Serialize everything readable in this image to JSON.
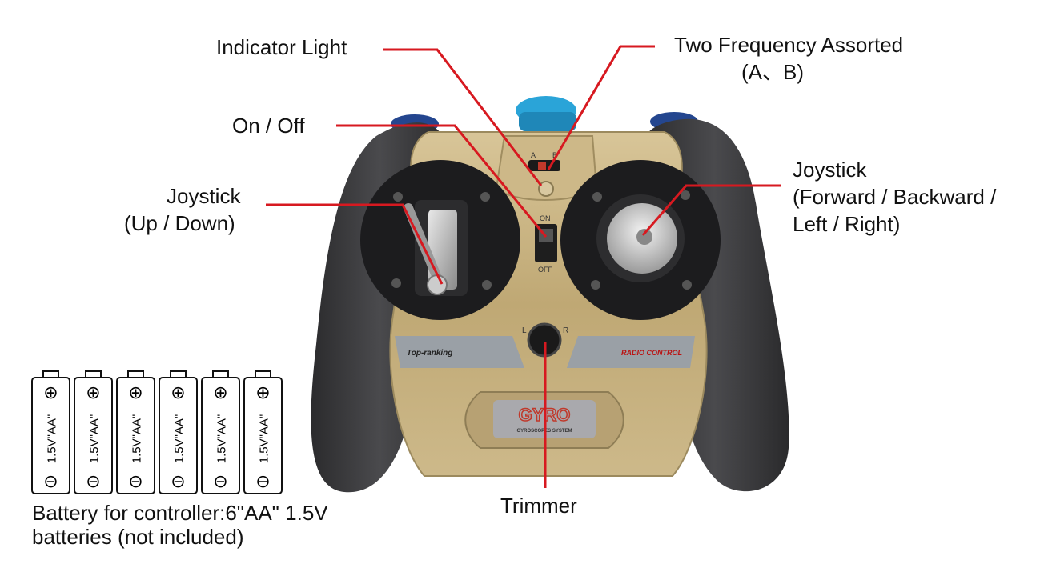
{
  "labels": {
    "indicator_light": "Indicator Light",
    "two_frequency_line1": "Two Frequency Assorted",
    "two_frequency_line2": "(A、B)",
    "on_off": "On / Off",
    "joystick_left_line1": "Joystick",
    "joystick_left_line2": "(Up / Down)",
    "joystick_right_line1": "Joystick",
    "joystick_right_line2": "(Forward / Backward /",
    "joystick_right_line3": "Left / Right)",
    "trimmer": "Trimmer"
  },
  "controller": {
    "left_brand": "Top-ranking",
    "right_brand": "RADIO CONTROL",
    "badge_title": "GYRO",
    "badge_sub": "GYROSCOPES SYSTEM",
    "switch_on": "ON",
    "switch_off": "OFF",
    "freq_a": "A",
    "freq_b": "B",
    "trim_l": "L",
    "trim_r": "R"
  },
  "batteries": {
    "count": 6,
    "cell_label": "1.5V\"AA\"",
    "plus": "⊕",
    "minus": "⊖",
    "caption_line1": "Battery for controller:6\"AA\" 1.5V",
    "caption_line2": "batteries (not included)"
  },
  "colors": {
    "callout_line": "#d71920",
    "body_gold": "#c6b07f",
    "grip_dark": "#3a3a3c",
    "accent_blue": "#2aa4d8"
  }
}
